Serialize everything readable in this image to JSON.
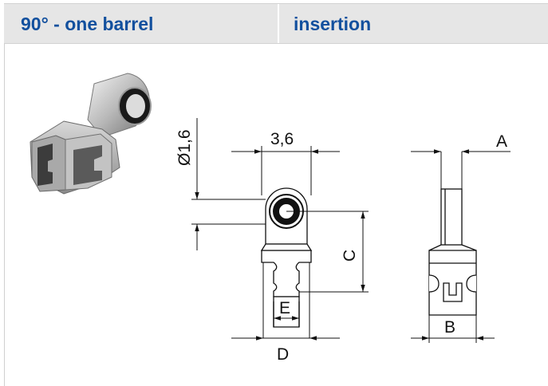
{
  "header": {
    "title": "90° - one barrel",
    "subtitle": "insertion"
  },
  "dimensions": {
    "diameter": "Ø1,6",
    "width": "3,6",
    "a": "A",
    "b": "B",
    "c": "C",
    "d": "D",
    "e": "E"
  },
  "colors": {
    "header_bg": "#e6e6e6",
    "header_text": "#12509e",
    "line": "#111111"
  }
}
